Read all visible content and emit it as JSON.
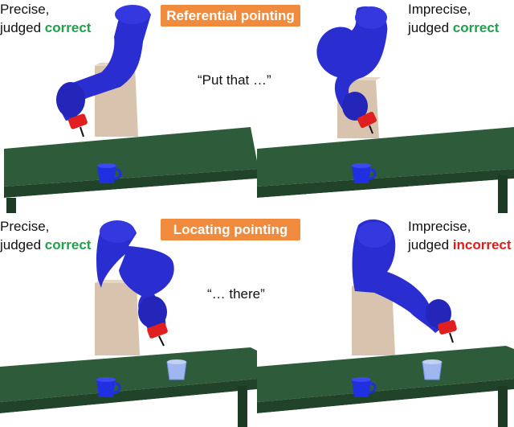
{
  "banners": {
    "top": "Referential pointing",
    "bottom": "Locating pointing"
  },
  "quotes": {
    "top": "“Put that …”",
    "bottom": "“… there”"
  },
  "panels": [
    {
      "line1": "Precise,",
      "judged": "judged",
      "verdict": "correct",
      "verdict_color": "#1fa34a"
    },
    {
      "line1": "Imprecise,",
      "judged": "judged",
      "verdict": "correct",
      "verdict_color": "#1fa34a"
    },
    {
      "line1": "Precise,",
      "judged": "judged",
      "verdict": "correct",
      "verdict_color": "#1fa34a"
    },
    {
      "line1": "Imprecise,",
      "judged": "judged",
      "verdict": "incorrect",
      "verdict_color": "#e21b1b"
    }
  ],
  "colors": {
    "robot": "#2a2ed0",
    "table": "#2e5c3a",
    "pedestal": "#d7c3ae",
    "gripper": "#e02020",
    "cup_solid": "#2030e0",
    "cup_ghost": "#9fb6f0",
    "banner": "#f08a3c"
  }
}
